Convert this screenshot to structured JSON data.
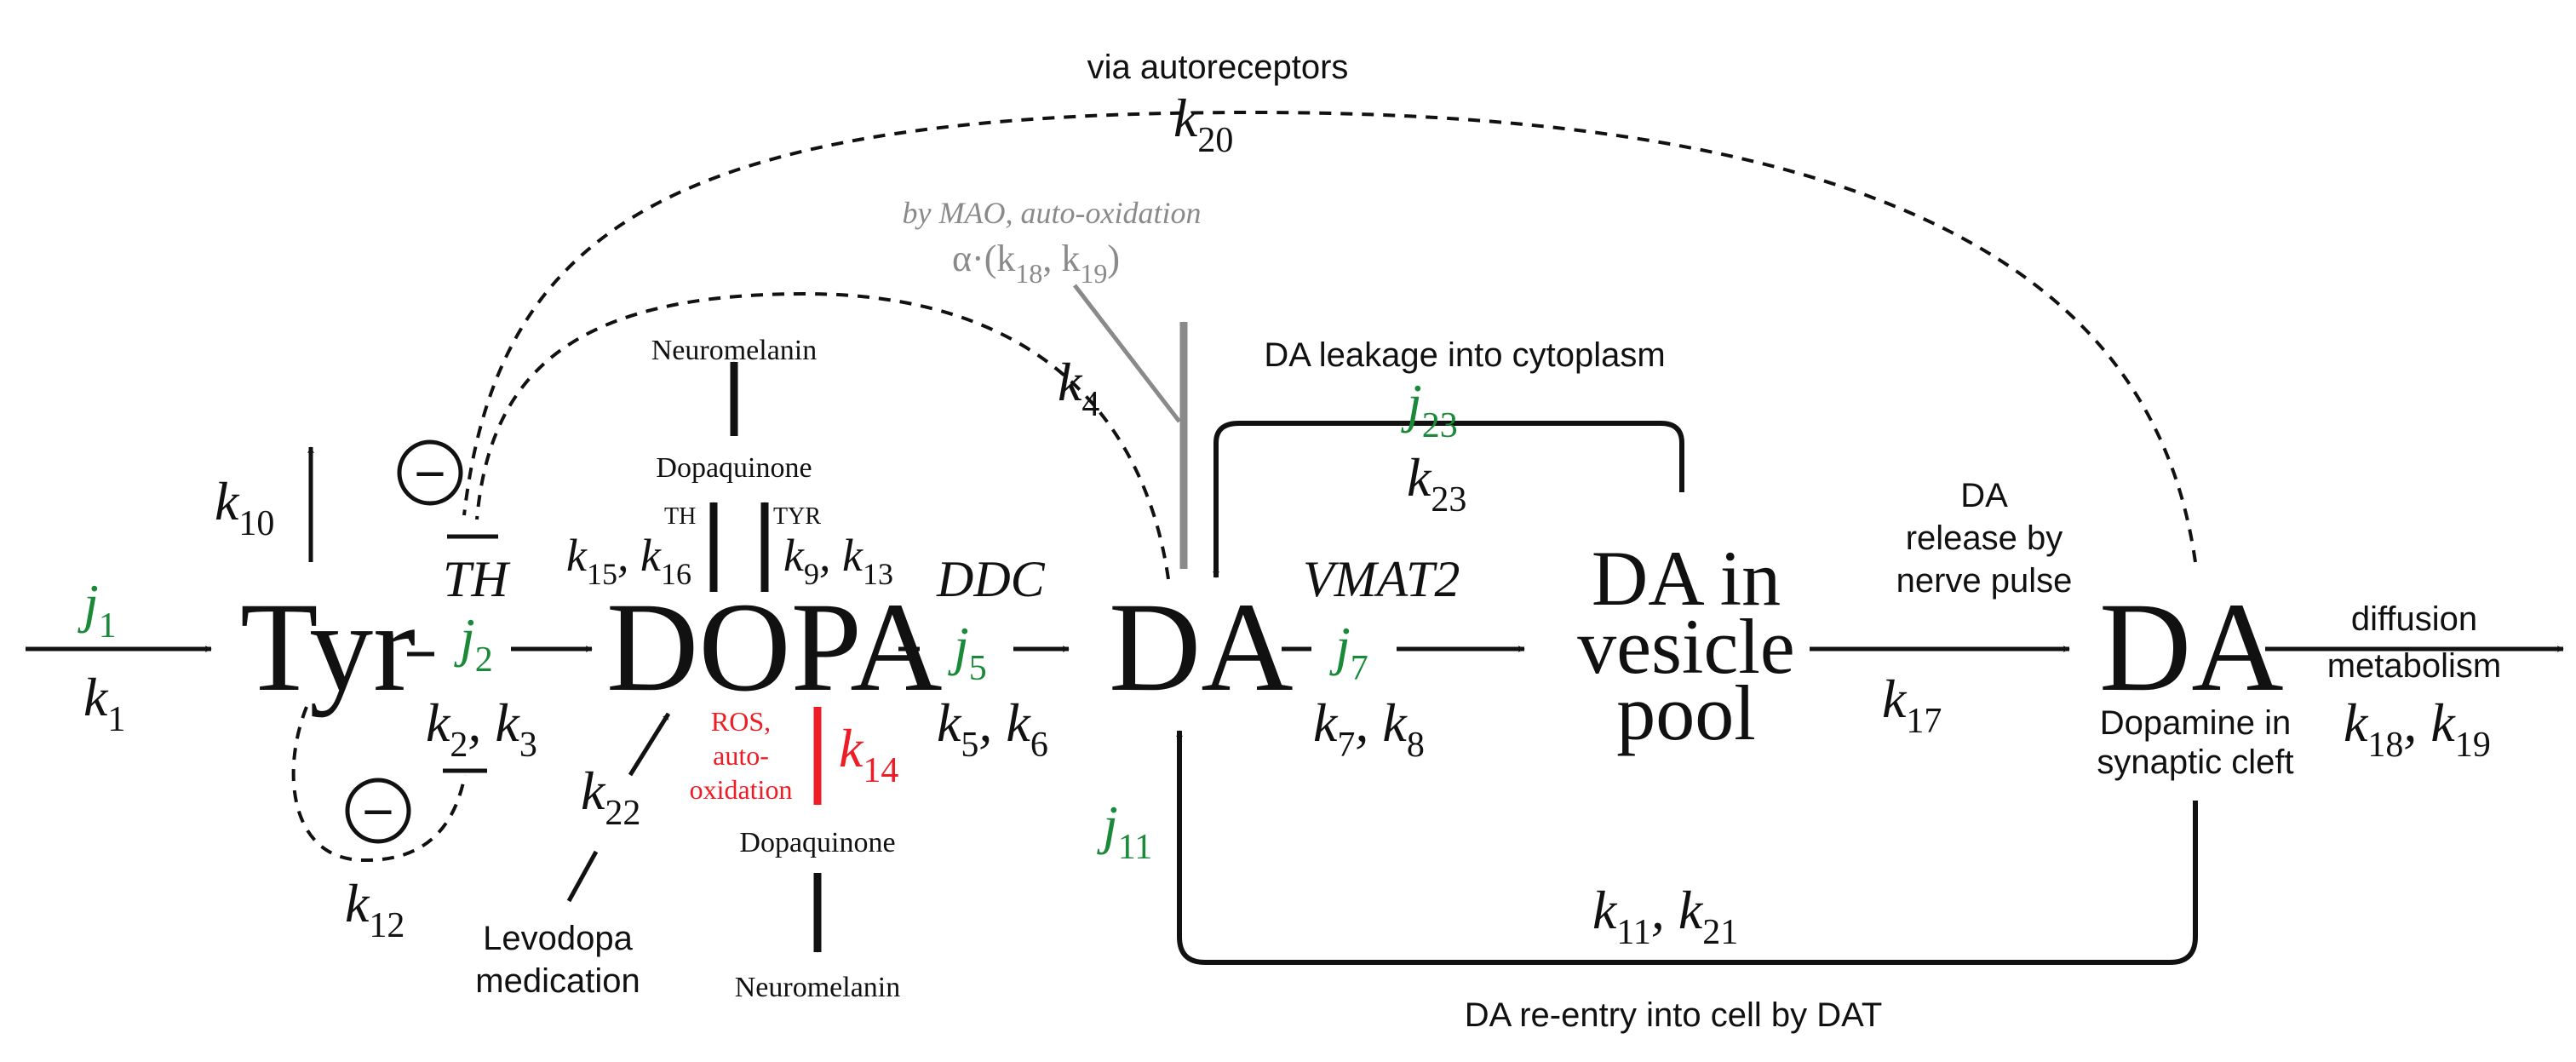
{
  "colors": {
    "ink": "#111111",
    "green": "#1a8a3a",
    "red": "#ee1c25",
    "gray": "#8a8a8a"
  },
  "nodes": {
    "tyr": "Tyr",
    "dopa": "DOPA",
    "da_cytosol": "DA",
    "da_vesicle": [
      "DA in",
      "vesicle",
      "pool"
    ],
    "da_cleft": "DA",
    "da_cleft_caption": [
      "Dopamine in",
      "synaptic cleft"
    ]
  },
  "enzymes": {
    "th": "TH",
    "ddc": "DDC",
    "vmat2": "VMAT2"
  },
  "side_products": {
    "upper_dopaquinone": "Dopaquinone",
    "upper_neuromelanin": "Neuromelanin",
    "th_small": "TH",
    "tyr_small": "TYR",
    "lower_dopaquinone": "Dopaquinone",
    "lower_neuromelanin": "Neuromelanin",
    "ros": [
      "ROS,",
      "auto-",
      "oxidation"
    ]
  },
  "annotations": {
    "autoreceptors": "via autoreceptors",
    "mao": "by MAO, auto-oxidation",
    "mao_formula": "α·(k",
    "leakage": "DA leakage into cytoplasm",
    "release": [
      "DA",
      "release by",
      "nerve pulse"
    ],
    "diffusion": [
      "diffusion",
      "metabolism"
    ],
    "reentry": "DA re-entry into cell by DAT",
    "levodopa": [
      "Levodopa",
      "medication"
    ]
  },
  "inhibitor_symbol": "−",
  "rate_labels": {
    "j1": [
      "j",
      "1"
    ],
    "k1": [
      "k",
      "1"
    ],
    "k10": [
      "k",
      "10"
    ],
    "j2": [
      "j",
      "2"
    ],
    "k2": [
      "k",
      "2"
    ],
    "k3": [
      "k",
      "3"
    ],
    "k12": [
      "k",
      "12"
    ],
    "k15": [
      "k",
      "15"
    ],
    "k16": [
      "k",
      "16"
    ],
    "k9": [
      "k",
      "9"
    ],
    "k13": [
      "k",
      "13"
    ],
    "k22": [
      "k",
      "22"
    ],
    "k14": [
      "k",
      "14"
    ],
    "j5": [
      "j",
      "5"
    ],
    "k5": [
      "k",
      "5"
    ],
    "k6": [
      "k",
      "6"
    ],
    "k4": [
      "k",
      "4"
    ],
    "k20": [
      "k",
      "20"
    ],
    "k18a": [
      "18"
    ],
    "k19a": [
      "19"
    ],
    "j7": [
      "j",
      "7"
    ],
    "k7": [
      "k",
      "7"
    ],
    "k8": [
      "k",
      "8"
    ],
    "j23": [
      "j",
      "23"
    ],
    "k23": [
      "k",
      "23"
    ],
    "k17": [
      "k",
      "17"
    ],
    "j11": [
      "j",
      "11"
    ],
    "k11": [
      "k",
      "11"
    ],
    "k21": [
      "k",
      "21"
    ],
    "k18": [
      "k",
      "18"
    ],
    "k19": [
      "k",
      "19"
    ]
  }
}
